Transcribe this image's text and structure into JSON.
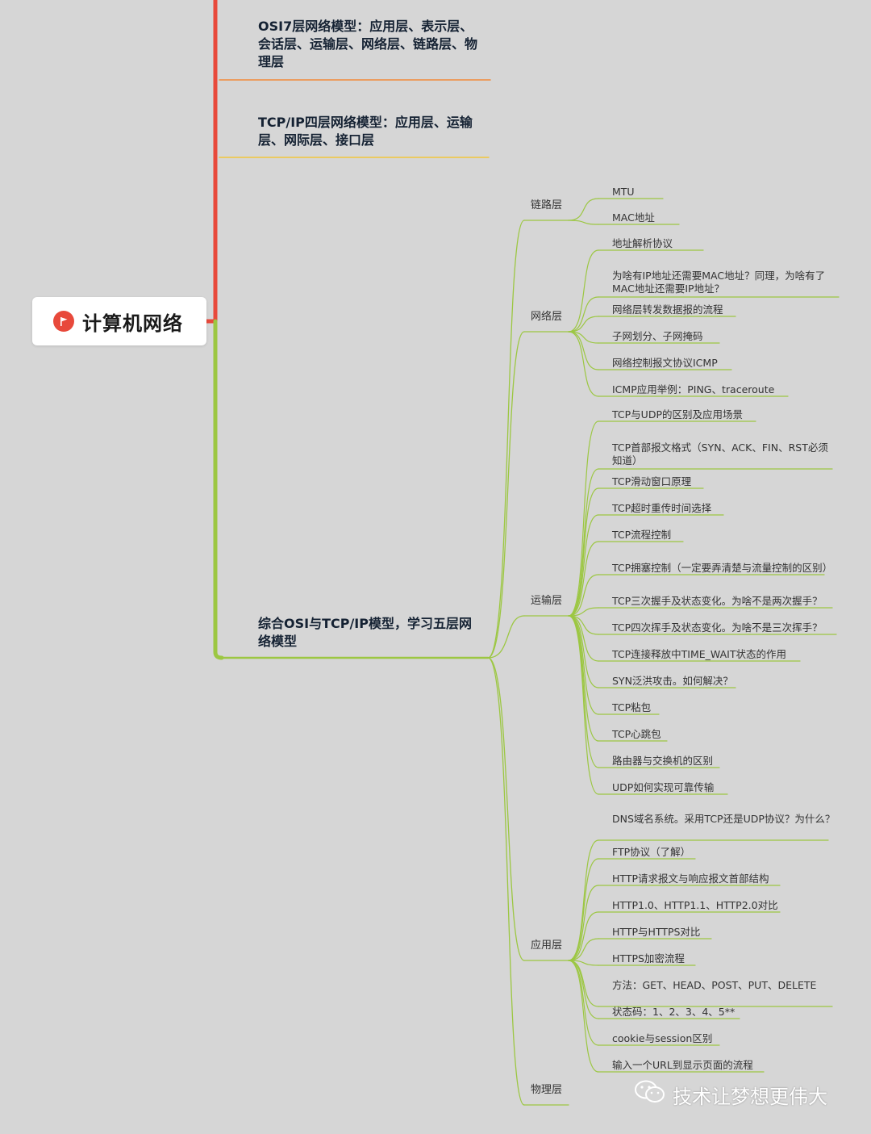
{
  "root": {
    "title": "计算机网络",
    "icon": "flag-icon",
    "color": "#e8493b"
  },
  "branches": [
    {
      "text": "OSI7层网络模型：应用层、表示层、会话层、运输层、网络层、链路层、物理层",
      "color": "#f28a3a"
    },
    {
      "text": "TCP/IP四层网络模型：应用层、运输层、网际层、接口层",
      "color": "#f2c53a"
    },
    {
      "text": "综合OSI与TCP/IP模型，学习五层网络模型",
      "color": "#9cc742"
    }
  ],
  "sections": [
    {
      "label": "链路层",
      "items": [
        "MTU",
        "MAC地址"
      ]
    },
    {
      "label": "网络层",
      "items": [
        "地址解析协议",
        "为啥有IP地址还需要MAC地址？同理，为啥有了MAC地址还需要IP地址？",
        "网络层转发数据报的流程",
        "子网划分、子网掩码",
        "网络控制报文协议ICMP",
        "ICMP应用举例：PING、traceroute"
      ]
    },
    {
      "label": "运输层",
      "items": [
        "TCP与UDP的区别及应用场景",
        "TCP首部报文格式（SYN、ACK、FIN、RST必须知道）",
        "TCP滑动窗口原理",
        "TCP超时重传时间选择",
        "TCP流程控制",
        "TCP拥塞控制（一定要弄清楚与流量控制的区别）",
        "TCP三次握手及状态变化。为啥不是两次握手？",
        "TCP四次挥手及状态变化。为啥不是三次挥手？",
        "TCP连接释放中TIME_WAIT状态的作用",
        "SYN泛洪攻击。如何解决？",
        "TCP粘包",
        "TCP心跳包",
        "路由器与交换机的区别",
        "UDP如何实现可靠传输"
      ]
    },
    {
      "label": "应用层",
      "items": [
        "DNS域名系统。采用TCP还是UDP协议？为什么？",
        "FTP协议（了解）",
        "HTTP请求报文与响应报文首部结构",
        "HTTP1.0、HTTP1.1、HTTP2.0对比",
        "HTTP与HTTPS对比",
        "HTTPS加密流程",
        "方法：GET、HEAD、POST、PUT、DELETE",
        "状态码：1、2、3、4、5**",
        "cookie与session区别",
        "输入一个URL到显示页面的流程"
      ]
    },
    {
      "label": "物理层",
      "items": []
    }
  ],
  "watermark": {
    "text": "技术让梦想更伟大",
    "icon": "wechat-icon"
  },
  "colors": {
    "background": "#d6d6d6",
    "trunk_red": "#e8493b",
    "trunk_green": "#9cc742",
    "line_orange": "#f28a3a",
    "line_yellow": "#f2c53a",
    "line_green": "#9cc742"
  }
}
